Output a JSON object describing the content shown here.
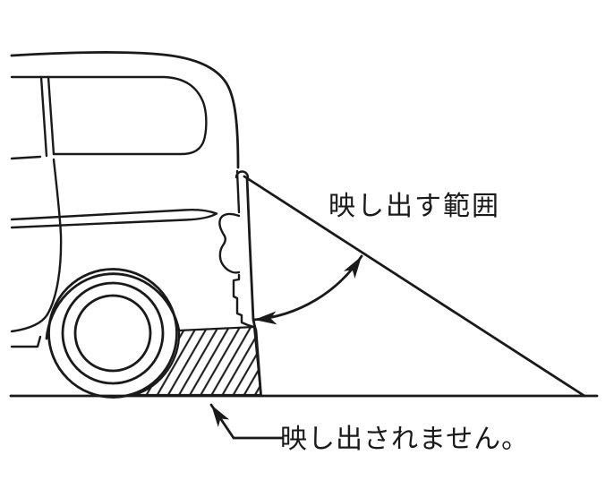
{
  "illustration": {
    "type": "vehicle-rear-camera-coverage-diagram",
    "labels": {
      "display_range": "映し出す範囲",
      "not_displayed": "映し出されません。"
    },
    "colors": {
      "line": "#1a1a1a",
      "background": "#ffffff"
    }
  }
}
